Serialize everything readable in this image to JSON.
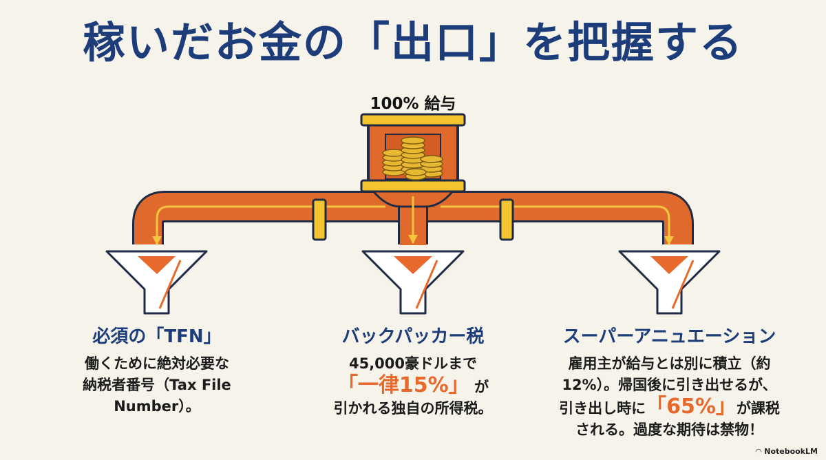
{
  "title": "稼いだお金の「出口」を把握する",
  "source_label": "100% 給与",
  "outlets": [
    {
      "heading": "必須の「TFN」",
      "line1": "働くために絶対必要な",
      "line2": "納税者番号（Tax File",
      "line3": "Number）。"
    },
    {
      "heading": "バックパッカー税",
      "line1": "45,000豪ドルまで",
      "highlight": "「一律15%」",
      "after_highlight": "が",
      "line3": "引かれる独自の所得税。"
    },
    {
      "heading": "スーパーアニュエーション",
      "line1": "雇用主が給与とは別に積立（約",
      "line2": "12%）。帰国後に引き出せるが、",
      "line3_before": "引き出し時に",
      "highlight": "「65%」",
      "line3_after": "が課税",
      "line4": "される。過度な期待は禁物！"
    }
  ],
  "brand": "NotebookLM",
  "colors": {
    "title": "#1c3d7a",
    "pipe": "#e06a2c",
    "pipe_outline": "#1f2a44",
    "coupling": "#f4c430",
    "highlight": "#e8692c"
  }
}
